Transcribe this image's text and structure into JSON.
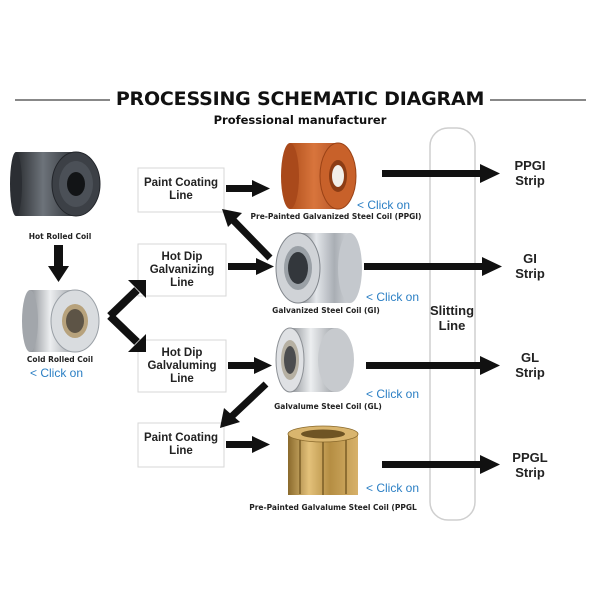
{
  "header": {
    "title": "PROCESSING SCHEMATIC DIAGRAM",
    "subtitle": "Professional manufacturer"
  },
  "source_coils": {
    "hot_rolled": {
      "caption": "Hot Rolled Coil"
    },
    "cold_rolled": {
      "caption": "Cold Rolled Coil",
      "link": "< Click on"
    }
  },
  "processes": {
    "paint_coating_1": "Paint Coating Line",
    "hot_dip_galvanizing": "Hot Dip Galvanizing Line",
    "hot_dip_galvaluming": "Hot Dip Galvaluming Line",
    "paint_coating_2": "Paint Coating Line"
  },
  "products": {
    "ppgi": {
      "caption": "Pre-Painted Galvanized Steel Coil (PPGI)",
      "link": "< Click on"
    },
    "gi": {
      "caption": "Galvanized Steel Coil (GI)",
      "link": "< Click on"
    },
    "gl": {
      "caption": "Galvalume Steel Coil (GL)",
      "link": "< Click on"
    },
    "ppgl": {
      "caption": "Pre-Painted Galvalume Steel Coil (PPGL",
      "link": "< Click on"
    }
  },
  "slitting": {
    "label": "Slitting\nLine"
  },
  "strips": {
    "ppgi": "PPGI\nStrip",
    "gi": "GI\nStrip",
    "gl": "GL\nStrip",
    "ppgl": "PPGL\nStrip"
  },
  "colors": {
    "ppgi_coil": "#c8612a",
    "ppgl_coil": "#c39a4a",
    "link": "#2b7fc4",
    "arrow": "#111111"
  },
  "icons": [
    "hot-rolled-coil-icon",
    "cold-rolled-coil-icon",
    "ppgi-coil-icon",
    "gi-coil-icon",
    "gl-coil-icon",
    "ppgl-coil-icon"
  ]
}
